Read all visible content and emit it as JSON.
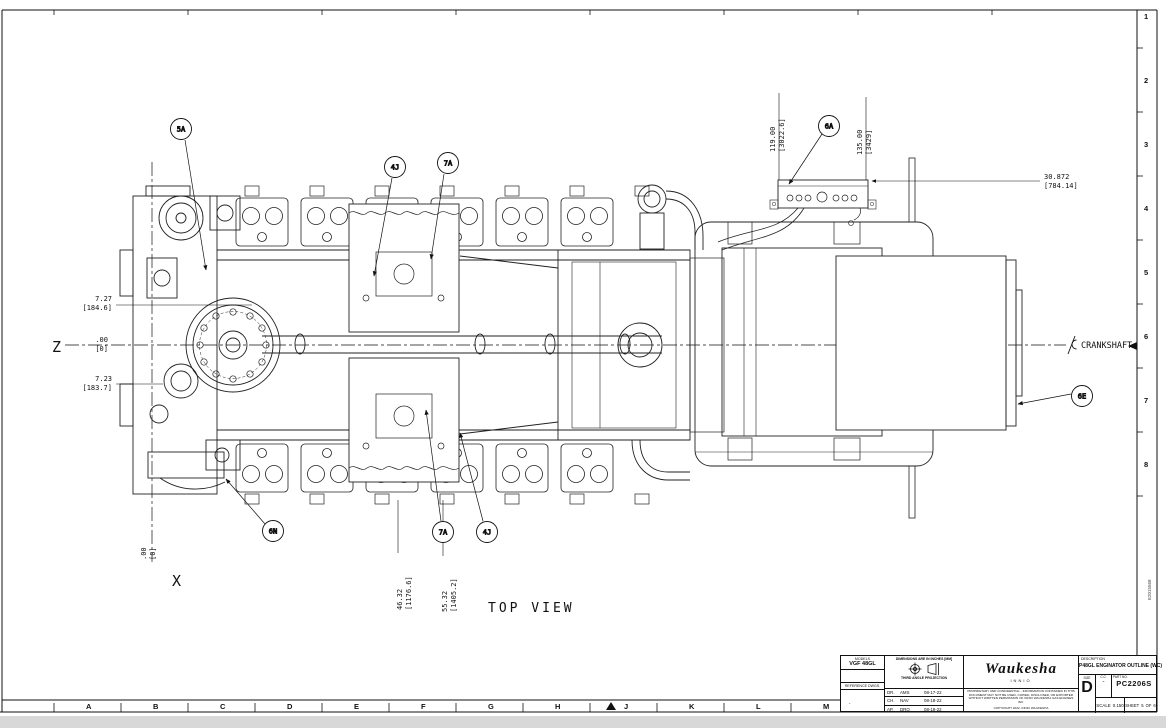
{
  "sheet": {
    "view_label": "TOP VIEW",
    "crankshaft_label": "CRANKSHAFT",
    "axis": {
      "z": "Z",
      "x": "X"
    },
    "zones": {
      "letters": [
        "A",
        "B",
        "C",
        "D",
        "E",
        "F",
        "G",
        "H",
        "J",
        "K",
        "L",
        "M"
      ],
      "numbers": [
        "1",
        "2",
        "3",
        "4",
        "5",
        "6",
        "7",
        "8"
      ],
      "film_number": "E2015568"
    }
  },
  "dims": {
    "front_upper": {
      "in": "7.27",
      "mm": "[184.6]"
    },
    "zero_z": {
      "in": ".00",
      "mm": "[0]"
    },
    "front_lower": {
      "in": "7.23",
      "mm": "[183.7]"
    },
    "zero_x": {
      "in": ".00",
      "mm": "[0]"
    },
    "mount1": {
      "in": "46.32",
      "mm": "[1176.6]"
    },
    "mount2": {
      "in": "55.32",
      "mm": "[1405.2]"
    },
    "jbox_near": {
      "in": "119.00",
      "mm": "[3022.6]"
    },
    "jbox_far": {
      "in": "135.00",
      "mm": "[3429]"
    },
    "jbox_offset": {
      "in": "30.872",
      "mm": "[784.14]"
    }
  },
  "balloons": [
    {
      "label": "5A"
    },
    {
      "label": "6A"
    },
    {
      "label": "4J"
    },
    {
      "label": "7A"
    },
    {
      "label": "7A"
    },
    {
      "label": "4J"
    },
    {
      "label": "6N"
    },
    {
      "label": "6E"
    }
  ],
  "title_block": {
    "models_label": "MODELS",
    "models_value": "VGF 48GL",
    "reference_label": "REFERENCE DWGS.",
    "dims_note": "DIMENSIONS ARE IN INCHES [MM]",
    "projection_note": "THIRD ANGLE PROJECTION",
    "signatures": [
      {
        "role": "DR.",
        "name": "AMS",
        "date": "08-17-22"
      },
      {
        "role": "CH.",
        "name": "NAV",
        "date": "08-18-22"
      },
      {
        "role": "AP.",
        "name": "DRO",
        "date": "08-19-22"
      }
    ],
    "brand": "Waukesha",
    "brand_sub": "INNIO",
    "proprietary": "PROPRIETARY AND CONFIDENTIAL - INFORMATION CONTAINED IN THIS DOCUMENT MAY NOT BE USED, COPIED, DISCLOSED, OR EXPORTED WITHOUT WRITTEN PERMISSION OF INNIO WAUKESHA GAS ENGINES INC.",
    "copyright": "COPYRIGHT 2022, INNIO WAUKESHA",
    "description_label": "DESCRIPTION",
    "description_value": "P48GL ENGINATOR OUTLINE (WC)",
    "size_label": "SIZE",
    "size_value": "D",
    "cc_label": "C.C.",
    "cc_value": "-",
    "part_label": "PART NO.",
    "part_value": "PC2206S",
    "scale_label": "SCALE",
    "scale_value": "0.150",
    "sheet_label": "SHEET",
    "sheet_value": "5",
    "of_label": "OF",
    "sheet_total": "6"
  }
}
